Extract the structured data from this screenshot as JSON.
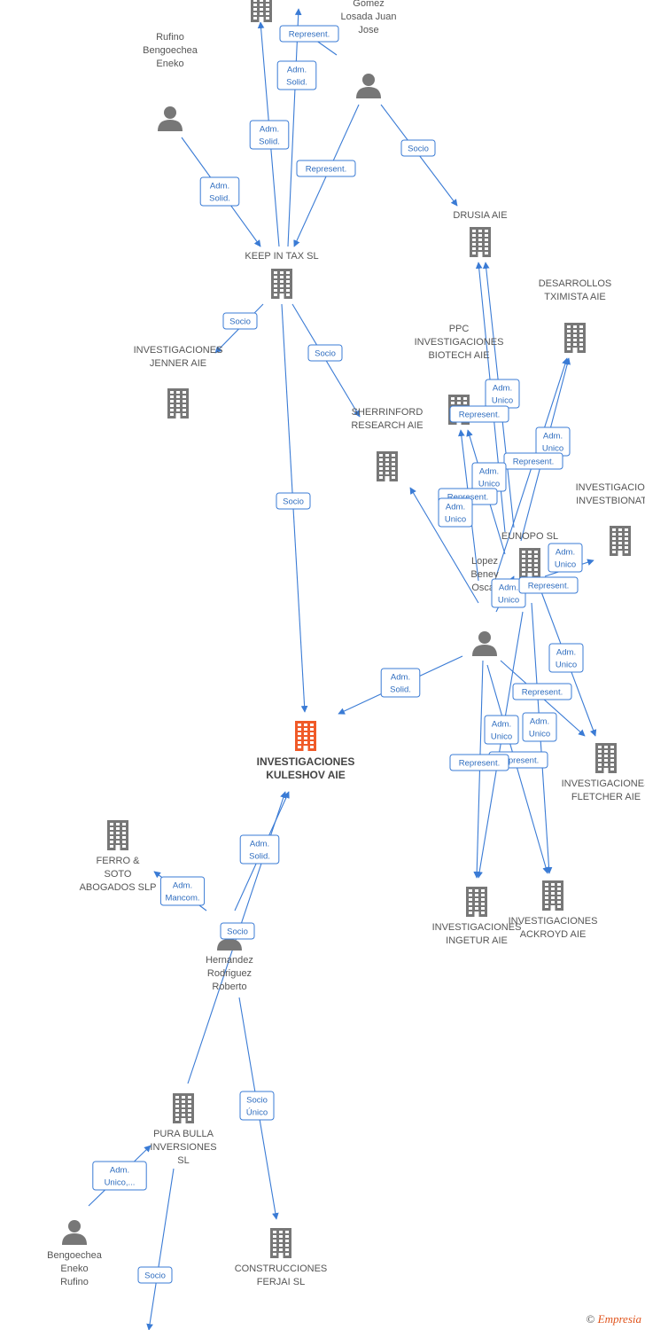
{
  "colors": {
    "edge": "#3a7bd5",
    "node": "#777777",
    "focus": "#f05a28",
    "label_bg": "#ffffff",
    "label_border": "#3a7bd5"
  },
  "copyright": {
    "symbol": "©",
    "brand": "Empresia"
  },
  "nodes": [
    {
      "id": "top",
      "type": "company",
      "lines": []
    },
    {
      "id": "gomez",
      "type": "person",
      "lines": [
        "Gomez",
        "Losada Juan",
        "Jose"
      ]
    },
    {
      "id": "rufino_b",
      "type": "person",
      "lines": [
        "Rufino",
        "Bengoechea",
        "Eneko"
      ]
    },
    {
      "id": "keepintax",
      "type": "company",
      "lines": [
        "KEEP IN TAX  SL"
      ]
    },
    {
      "id": "drusia",
      "type": "company",
      "lines": [
        "DRUSIA  AIE"
      ]
    },
    {
      "id": "desarrollos",
      "type": "company",
      "lines": [
        "DESARROLLOS",
        "TXIMISTA AIE"
      ]
    },
    {
      "id": "ppc",
      "type": "company",
      "lines": [
        "PPC",
        "INVESTIGACIONES",
        "BIOTECH  AIE"
      ]
    },
    {
      "id": "jenner",
      "type": "company",
      "lines": [
        "INVESTIGACIONES",
        "JENNER AIE"
      ]
    },
    {
      "id": "sherrinford",
      "type": "company",
      "lines": [
        "SHERRINFORD",
        "RESEARCH  AIE"
      ]
    },
    {
      "id": "investbionat",
      "type": "company",
      "lines": [
        "INVESTIGACIONES",
        "INVESTBIONAT AIE"
      ]
    },
    {
      "id": "eunopo",
      "type": "company",
      "lines": [
        "EUNOPO  SL"
      ]
    },
    {
      "id": "lopez",
      "type": "person",
      "lines": [
        "Lopez",
        "Beney",
        "Oscar"
      ]
    },
    {
      "id": "kuleshov",
      "type": "focus",
      "lines": [
        "INVESTIGACIONES",
        "KULESHOV AIE"
      ]
    },
    {
      "id": "fletcher",
      "type": "company",
      "lines": [
        "INVESTIGACIONES",
        "FLETCHER AIE"
      ]
    },
    {
      "id": "ferro",
      "type": "company",
      "lines": [
        "FERRO &",
        "SOTO",
        "ABOGADOS  SLP"
      ]
    },
    {
      "id": "ingetur",
      "type": "company",
      "lines": [
        "INVESTIGACIONES",
        "INGETUR AIE"
      ]
    },
    {
      "id": "ackroyd",
      "type": "company",
      "lines": [
        "INVESTIGACIONES",
        "ACKROYD AIE"
      ]
    },
    {
      "id": "hernandez",
      "type": "person",
      "lines": [
        "Hernandez",
        "Rodriguez",
        "Roberto"
      ]
    },
    {
      "id": "purabulla",
      "type": "company",
      "lines": [
        "PURA BULLA",
        "INVERSIONES",
        "SL"
      ]
    },
    {
      "id": "bengoechea",
      "type": "person",
      "lines": [
        "Bengoechea",
        "Eneko",
        "Rufino"
      ]
    },
    {
      "id": "construcciones",
      "type": "company",
      "lines": [
        "CONSTRUCCIONES",
        "FERJAI SL"
      ]
    }
  ],
  "edges": [
    {
      "lines": [
        "Represent."
      ]
    },
    {
      "lines": [
        "Adm.",
        "Solid."
      ]
    },
    {
      "lines": [
        "Adm.",
        "Solid."
      ]
    },
    {
      "lines": [
        "Represent."
      ]
    },
    {
      "lines": [
        "Adm.",
        "Solid."
      ]
    },
    {
      "lines": [
        "Socio"
      ]
    },
    {
      "lines": [
        "Socio"
      ]
    },
    {
      "lines": [
        "Socio"
      ]
    },
    {
      "lines": [
        "Socio"
      ]
    },
    {
      "lines": [
        "Adm.",
        "Unico"
      ]
    },
    {
      "lines": [
        "Represent."
      ]
    },
    {
      "lines": [
        "Adm.",
        "Unico"
      ]
    },
    {
      "lines": [
        "Represent."
      ]
    },
    {
      "lines": [
        "Adm.",
        "Unico"
      ]
    },
    {
      "lines": [
        "Represent."
      ]
    },
    {
      "lines": [
        "Adm.",
        "Unico"
      ]
    },
    {
      "lines": [
        "Adm.",
        "Unico"
      ]
    },
    {
      "lines": [
        "Adm.",
        "Unico"
      ]
    },
    {
      "lines": [
        "Represent."
      ]
    },
    {
      "lines": [
        "Adm.",
        "Unico"
      ]
    },
    {
      "lines": [
        "Represent."
      ]
    },
    {
      "lines": [
        "Adm.",
        "Unico"
      ]
    },
    {
      "lines": [
        "Adm.",
        "Unico"
      ]
    },
    {
      "lines": [
        "Represent."
      ]
    },
    {
      "lines": [
        "Represent."
      ]
    },
    {
      "lines": [
        "Adm.",
        "Solid."
      ]
    },
    {
      "lines": [
        "Adm.",
        "Solid."
      ]
    },
    {
      "lines": [
        "Adm.",
        "Mancom."
      ]
    },
    {
      "lines": [
        "Socio"
      ]
    },
    {
      "lines": [
        "Socio",
        "Único"
      ]
    },
    {
      "lines": [
        "Adm.",
        "Unico,..."
      ]
    },
    {
      "lines": [
        "Socio"
      ]
    }
  ]
}
